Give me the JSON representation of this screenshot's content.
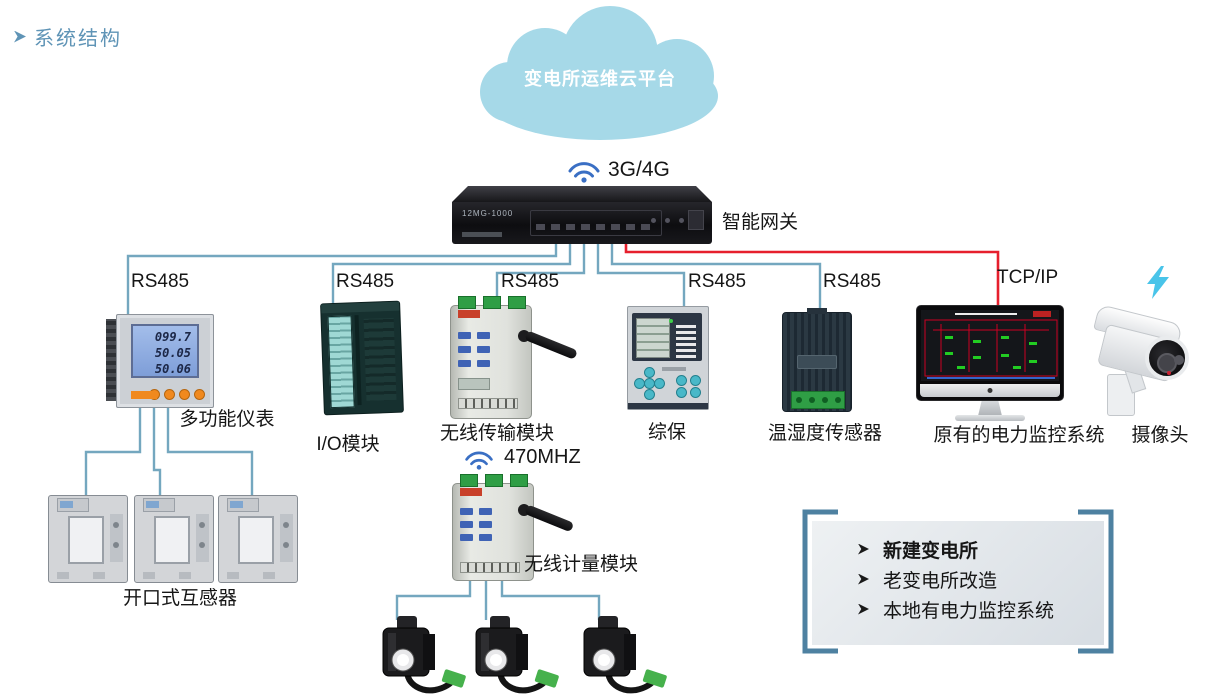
{
  "page": {
    "title": "系统结构"
  },
  "cloud": {
    "label": "变电所运维云平台",
    "color": "#a6d9e8"
  },
  "gateway": {
    "label": "智能网关",
    "model_text": "12MG-1000",
    "wireless_label": "3G/4G"
  },
  "connections": {
    "rs485_labels": [
      "RS485",
      "RS485",
      "RS485",
      "RS485",
      "RS485"
    ],
    "tcpip_label": "TCP/IP",
    "line_blue": "#74a7bf",
    "line_red": "#e61f2d"
  },
  "devices": {
    "meter": {
      "label": "多功能仪表",
      "lcd_lines": [
        "099.7",
        "50.05",
        "50.06"
      ]
    },
    "io_module": {
      "label": "I/O模块"
    },
    "wireless_transmission": {
      "label": "无线传输模块"
    },
    "protection": {
      "label": "综保"
    },
    "temp_humidity": {
      "label": "温湿度传感器"
    },
    "existing_scada": {
      "label": "原有的电力监控系统"
    },
    "camera": {
      "label": "摄像头"
    },
    "split_ct": {
      "label": "开口式互感器"
    },
    "wireless_metering": {
      "label": "无线计量模块",
      "wireless_label": "470MHZ"
    }
  },
  "info_box": {
    "accent_color": "#4e81a1",
    "items": [
      {
        "text": "新建变电所"
      },
      {
        "text": "老变电所改造"
      },
      {
        "text": "本地有电力监控系统"
      }
    ]
  },
  "colors": {
    "title_accent": "#5f94b6",
    "wifi_blue": "#3a6fc4",
    "lightning_cyan": "#49c4e9"
  }
}
